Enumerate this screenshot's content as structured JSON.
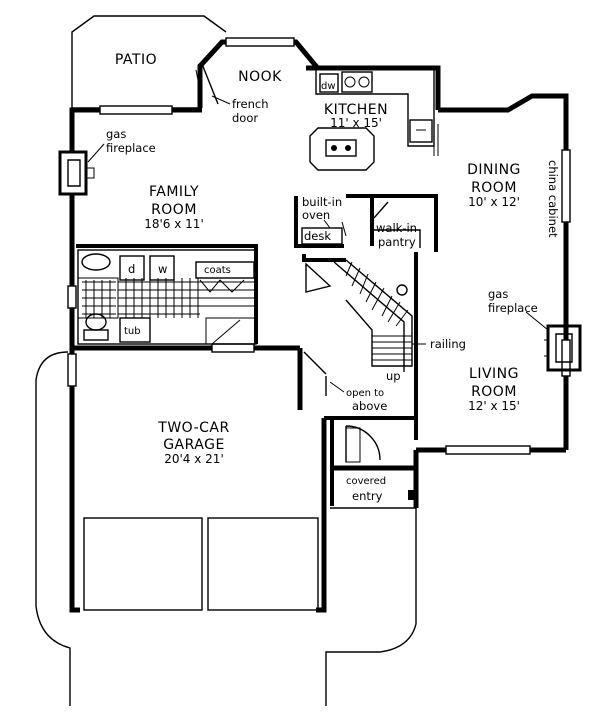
{
  "rooms": {
    "patio": "PATIO",
    "nook": "NOOK",
    "kitchen": "KITCHEN",
    "kitchen_dim": "11' x 15'",
    "dining": "DINING",
    "dining2": "ROOM",
    "dining_dim": "10' x 12'",
    "family": "FAMILY",
    "family2": "ROOM",
    "family_dim": "18'6 x 11'",
    "living": "LIVING",
    "living2": "ROOM",
    "living_dim": "12' x 15'",
    "garage": "TWO-CAR",
    "garage2": "GARAGE",
    "garage_dim": "20'4 x 21'"
  },
  "notes": {
    "gas_fp_family_1": "gas",
    "gas_fp_family_2": "fireplace",
    "french_1": "french",
    "french_2": "door",
    "builtin_1": "built-in",
    "builtin_2": "oven",
    "desk": "desk",
    "walkin_1": "walk-in",
    "walkin_2": "pantry",
    "china": "china cabinet",
    "gas_fp_living_1": "gas",
    "gas_fp_living_2": "fireplace",
    "railing": "railing",
    "up": "up",
    "open_1": "open to",
    "open_2": "above",
    "covered_1": "covered",
    "covered_2": "entry",
    "dw": "dw",
    "d": "d",
    "w": "w",
    "coats": "coats",
    "tub": "tub"
  }
}
